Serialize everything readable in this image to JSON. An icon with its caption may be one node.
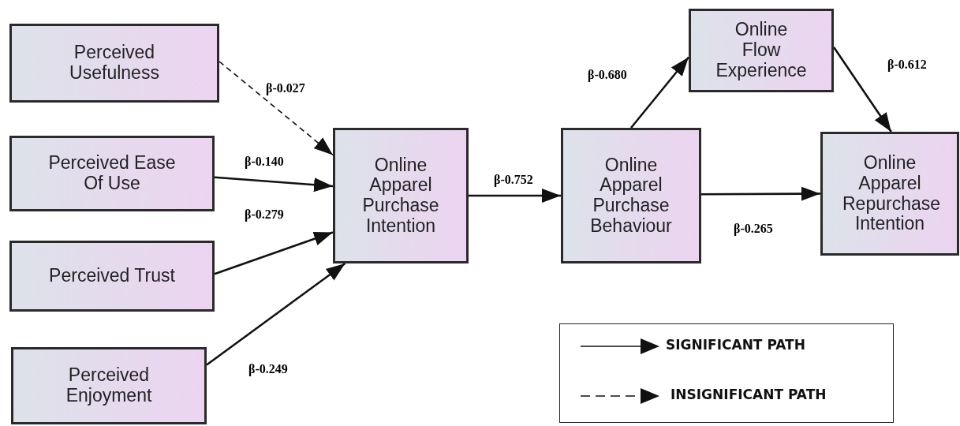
{
  "diagram": {
    "nodes": [
      {
        "text": [
          "Perceived Usefulness"
        ]
      },
      {
        "text": [
          "Perceived Ease Of Use"
        ]
      },
      {
        "text": [
          "Perceived Trust"
        ]
      },
      {
        "text": [
          "Perceived Enjoyment"
        ]
      },
      {
        "text": [
          "Online Apparel Purchase Intention"
        ]
      },
      {
        "text": [
          "Online Apparel Purchase Behaviour"
        ]
      },
      {
        "text": [
          "Online Flow Experience"
        ]
      },
      {
        "text": [
          "Online Apparel Repurchase Intention"
        ]
      }
    ],
    "edges": [
      {
        "from": 0,
        "to": 4,
        "arrow": "to",
        "label": "β-0.027",
        "style": "dashed"
      },
      {
        "from": 1,
        "to": 4,
        "arrow": "to",
        "label": "β-0.140"
      },
      {
        "from": 2,
        "to": 4,
        "arrow": "to",
        "label": "β-0.279"
      },
      {
        "from": 3,
        "to": 4,
        "arrow": "to",
        "label": "β-0.249"
      },
      {
        "from": 4,
        "to": 5,
        "arrow": "to",
        "label": "β-0.752"
      },
      {
        "from": 5,
        "to": 6,
        "arrow": "to",
        "label": "β-0.680"
      },
      {
        "from": 6,
        "to": 7,
        "arrow": "to",
        "label": "β-0.612"
      },
      {
        "from": 5,
        "to": 7,
        "arrow": "to",
        "label": "β-0.265"
      }
    ],
    "legend": [
      {
        "text": "SIGNIFICANT PATH"
      },
      {
        "text": "INSIGNIFICANT PATH"
      }
    ]
  }
}
